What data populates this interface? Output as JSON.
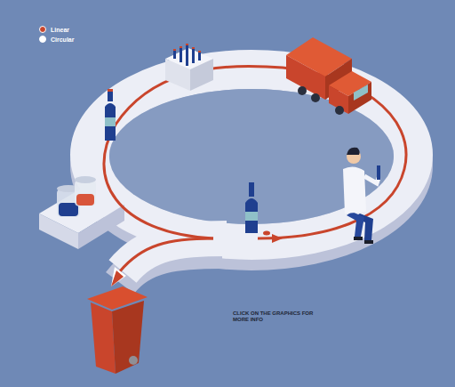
{
  "diagram": {
    "labels": [
      "CLICK ON THE GRAPHICS FOR MORE INFO"
    ],
    "legend": [
      {
        "text": "Linear",
        "color": "#c9452c"
      },
      {
        "text": "Circular",
        "color": "#ffffff"
      }
    ]
  }
}
